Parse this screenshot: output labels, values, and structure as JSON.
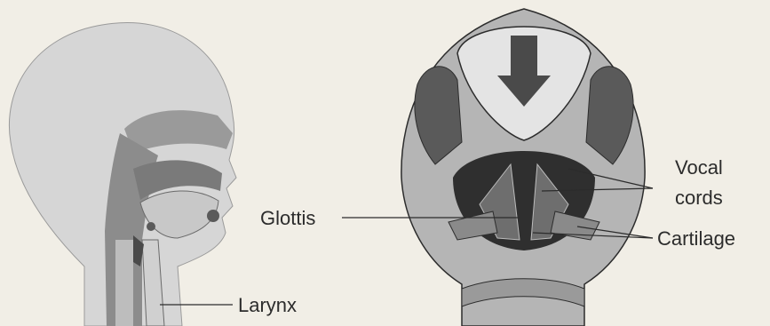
{
  "labels": {
    "larynx": "Larynx",
    "glottis": "Glottis",
    "vocal_cords_line1": "Vocal",
    "vocal_cords_line2": "cords",
    "cartilage": "Cartilage"
  },
  "colors": {
    "background": "#f1eee6",
    "light_gray": "#d6d6d6",
    "mid_gray": "#9a9a9a",
    "dark_gray": "#4a4a4a",
    "outline": "#2c2c2c"
  }
}
